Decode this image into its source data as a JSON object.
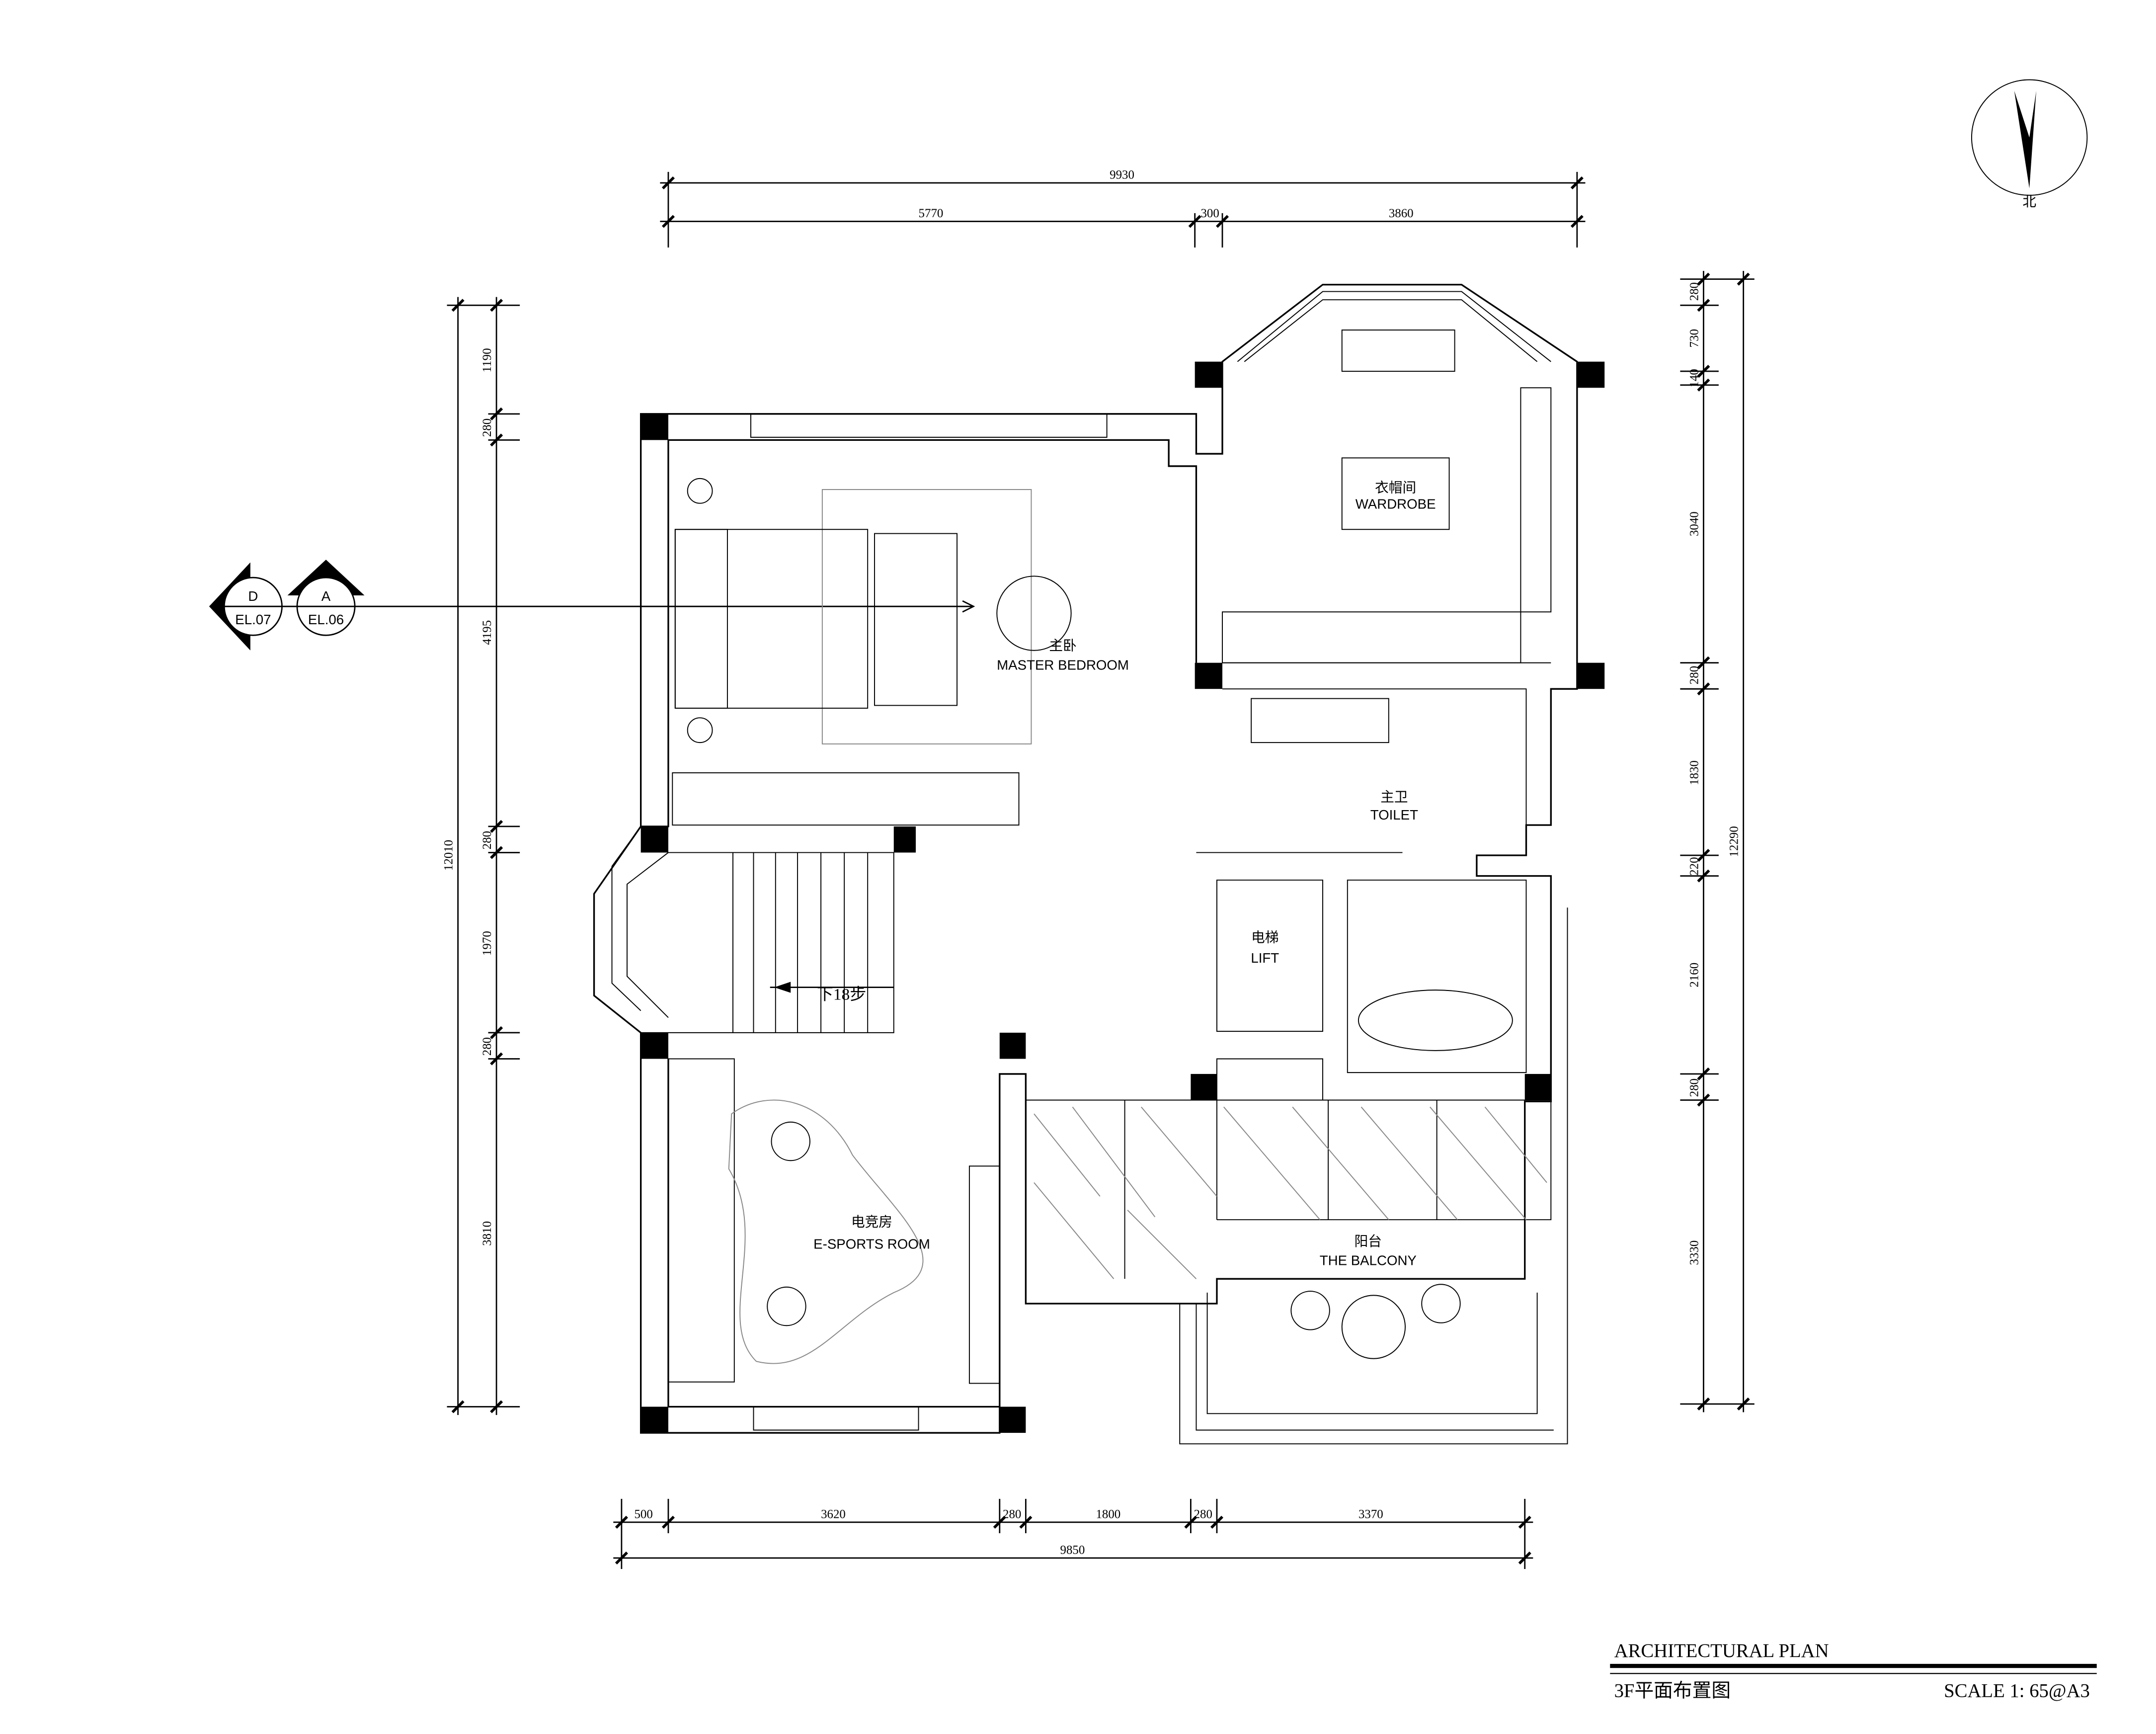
{
  "north_arrow": {
    "label": "北"
  },
  "dimensions": {
    "top": {
      "overall": "9930",
      "segments": [
        "5770",
        "300",
        "3860"
      ]
    },
    "left": {
      "overall": "12010",
      "segments": [
        "1190",
        "280",
        "4195",
        "280",
        "1970",
        "280",
        "3810"
      ]
    },
    "right": {
      "overall": "12290",
      "segments": [
        "280",
        "730",
        "140",
        "3040",
        "280",
        "1830",
        "220",
        "2160",
        "280",
        "3330"
      ]
    },
    "bottom": {
      "overall": "9850",
      "segments": [
        "500",
        "3620",
        "280",
        "1800",
        "280",
        "3370"
      ]
    }
  },
  "section_markers": [
    {
      "letter": "D",
      "ref": "EL.07"
    },
    {
      "letter": "A",
      "ref": "EL.06"
    }
  ],
  "rooms": {
    "master_bedroom": {
      "cn": "主卧",
      "en": "MASTER BEDROOM"
    },
    "wardrobe": {
      "cn": "衣帽间",
      "en": "WARDROBE"
    },
    "toilet": {
      "cn": "主卫",
      "en": "TOILET"
    },
    "lift": {
      "cn": "电梯",
      "en": "LIFT"
    },
    "esports": {
      "cn": "电竞房",
      "en": "E-SPORTS ROOM"
    },
    "balcony": {
      "cn": "阳台",
      "en": "THE BALCONY"
    }
  },
  "stairs": {
    "label": "下18步"
  },
  "title_block": {
    "title": "ARCHITECTURAL PLAN",
    "subtitle": "3F平面布置图",
    "scale": "SCALE 1: 65@A3"
  }
}
